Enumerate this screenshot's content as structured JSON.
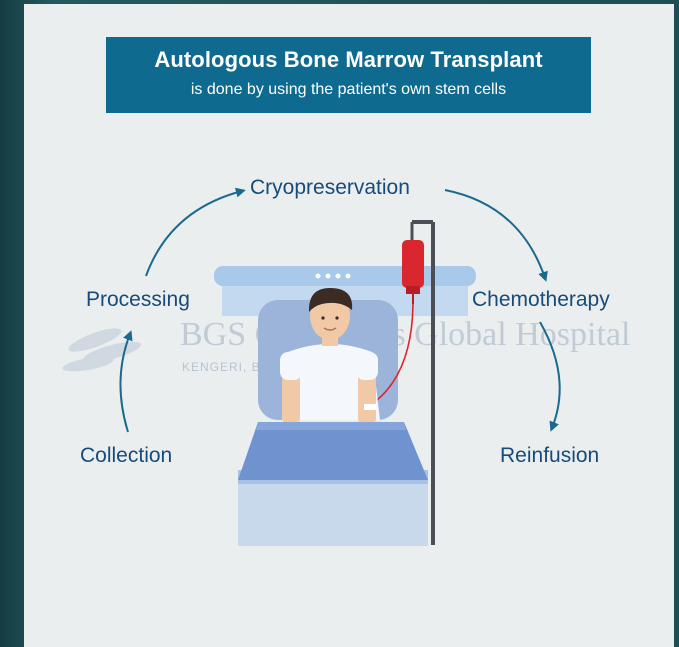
{
  "header": {
    "title": "Autologous Bone Marrow Transplant",
    "subtitle": "is done by using the patient's own stem cells"
  },
  "steps": {
    "collection": "Collection",
    "processing": "Processing",
    "cryopreservation": "Cryopreservation",
    "chemotherapy": "Chemotherapy",
    "reinfusion": "Reinfusion"
  },
  "watermark": {
    "name": "BGS Gleneagles Global Hospital",
    "location": "KENGERI, BENGALURU"
  },
  "colors": {
    "background": "#1d4b52",
    "panel": "#ebeeef",
    "title_box": "#0e6a8f",
    "step_text": "#174b7a",
    "arrow": "#1a6a8e",
    "blood_bag": "#d9262f"
  }
}
